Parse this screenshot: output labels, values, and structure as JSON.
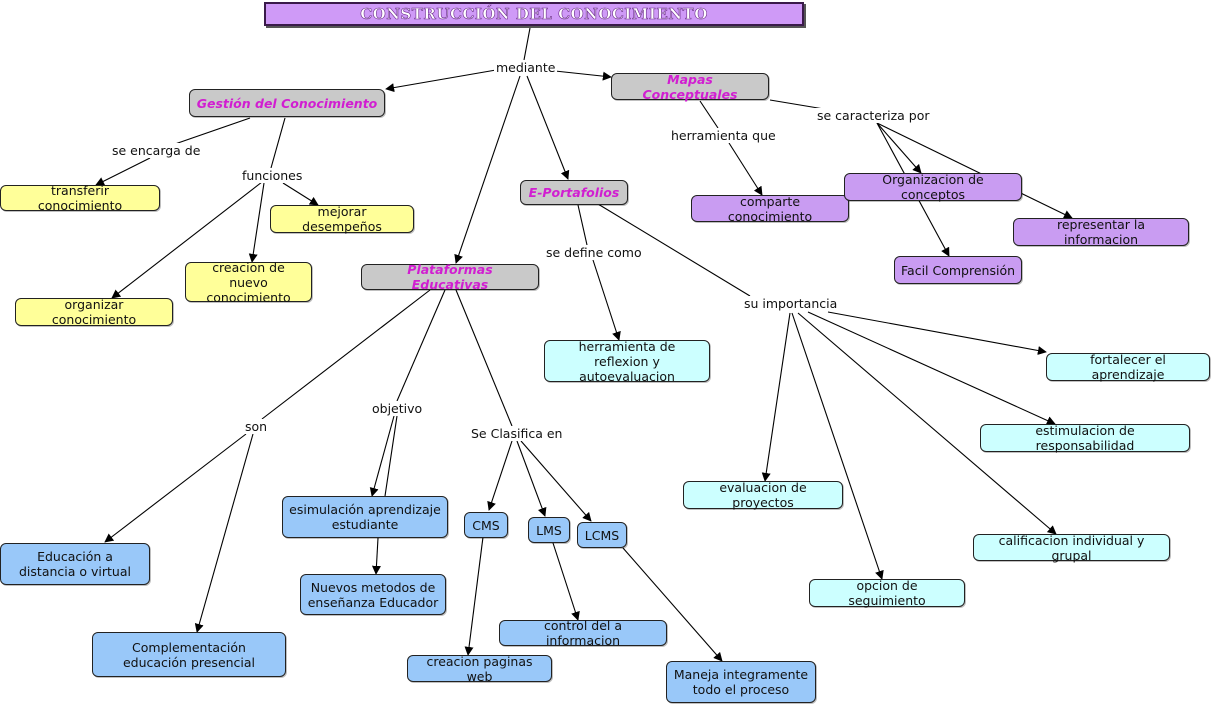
{
  "title": "CONSTRUCCIÓN DEL CONOCIMIENTO",
  "colors": {
    "main_concept": "#c9c9c9",
    "main_concept_text": "#d11ed1",
    "yellow": "#ffff99",
    "violet": "#c99cf2",
    "cyan": "#ccffff",
    "blue": "#99c8f9",
    "title_bg": "#cf9af7"
  },
  "concepts": {
    "gestion": "Gestión del Conocimiento",
    "mapas": "Mapas Conceptuales",
    "eportafolios": "E-Portafolios",
    "plataformas": "Plataformas Educativas",
    "transferir": "transferir conocimiento",
    "mejorar": "mejorar desempeños",
    "creacion_nuevo": "creacion de nuevo conocimiento",
    "organizar": "organizar conocimiento",
    "comparte": "comparte conocimiento",
    "organizacion": "Organizacion de conceptos",
    "representar": "representar la informacion",
    "facil": "Facil Comprensión",
    "herramienta": "herramienta de reflexion y autoevaluacion",
    "fortalecer": "fortalecer el aprendizaje",
    "estimulacion": "estimulacion de responsabilidad",
    "evaluacion": "evaluacion de proyectos",
    "calificacion": "calificacion individual y grupal",
    "opcion": "opcion de seguimiento",
    "educacion_distancia": "Educación a distancia o virtual",
    "complementacion": "Complementación educación presencial",
    "esimulacion": "esimulación aprendizaje estudiante",
    "nuevos_metodos": "Nuevos metodos de enseñanza Educador",
    "cms": "CMS",
    "lms": "LMS",
    "lcms": "LCMS",
    "control": "control del a informacion",
    "creacion_paginas": "creacion paginas web",
    "maneja": "Maneja integramente todo el proceso"
  },
  "linking_phrases": {
    "mediante": "mediante",
    "se_encarga_de": "se encarga de",
    "funciones": "funciones",
    "herramienta_que": "herramienta que",
    "se_caracteriza_por": "se caracteriza por",
    "se_define_como": "se define como",
    "su_importancia": "su importancia",
    "son": "son",
    "objetivo": "objetivo",
    "se_clasifica_en": "Se Clasifica en"
  }
}
